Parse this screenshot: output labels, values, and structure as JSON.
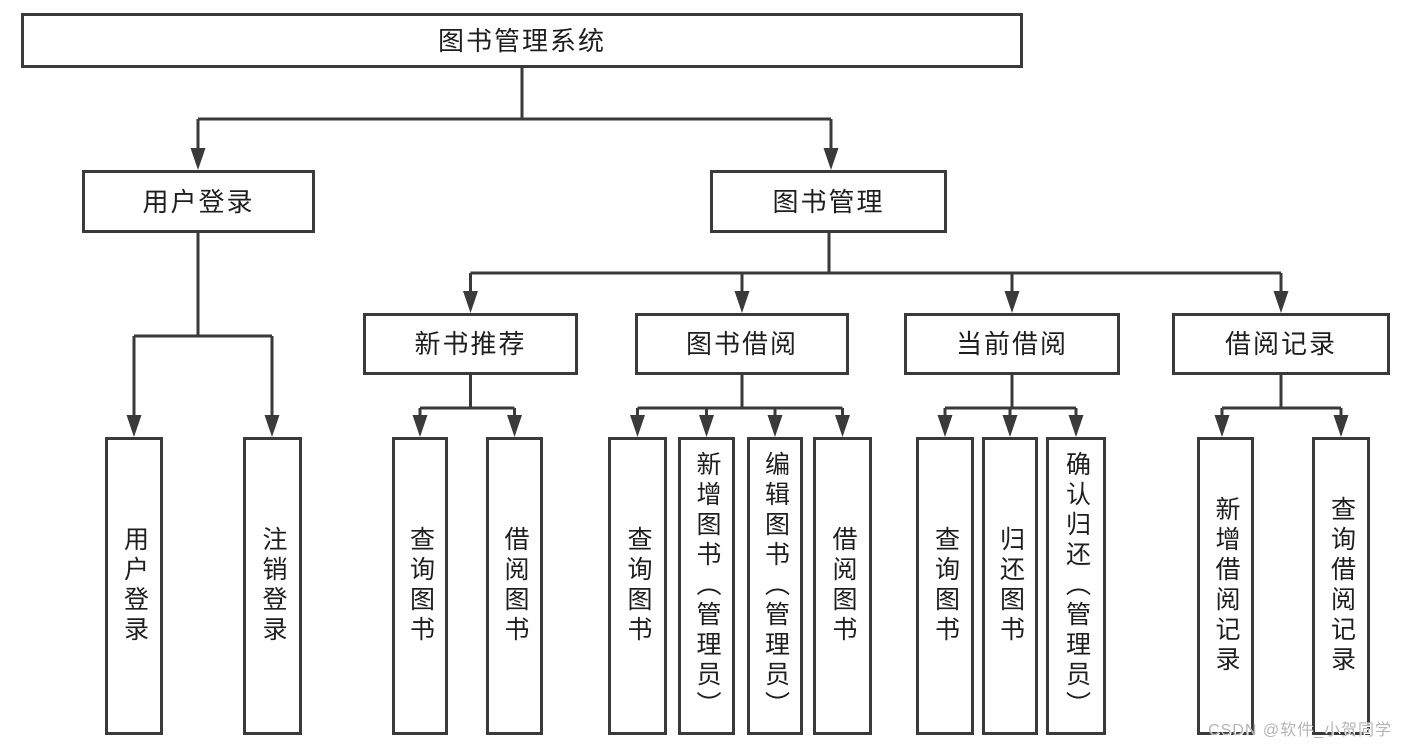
{
  "diagram": {
    "root": {
      "label": "图书管理系统"
    },
    "user_login": {
      "label": "用户登录",
      "children": [
        {
          "label": "用户登录"
        },
        {
          "label": "注销登录"
        }
      ]
    },
    "book_mgmt": {
      "label": "图书管理",
      "groups": [
        {
          "label": "新书推荐",
          "children": [
            {
              "label": "查询图书"
            },
            {
              "label": "借阅图书"
            }
          ]
        },
        {
          "label": "图书借阅",
          "children": [
            {
              "label": "查询图书"
            },
            {
              "label": "新增图书（管理员）"
            },
            {
              "label": "编辑图书（管理员）"
            },
            {
              "label": "借阅图书"
            }
          ]
        },
        {
          "label": "当前借阅",
          "children": [
            {
              "label": "查询图书"
            },
            {
              "label": "归还图书"
            },
            {
              "label": "确认归还（管理员）"
            }
          ]
        },
        {
          "label": "借阅记录",
          "children": [
            {
              "label": "新增借阅记录"
            },
            {
              "label": "查询借阅记录"
            }
          ]
        }
      ]
    }
  },
  "watermark": {
    "text": "CSDN @软件_小贺同学"
  },
  "colors": {
    "line": "#3a3a3a",
    "text": "#1e1e1e",
    "watermark": "#b5b5b5",
    "background": "#ffffff"
  }
}
